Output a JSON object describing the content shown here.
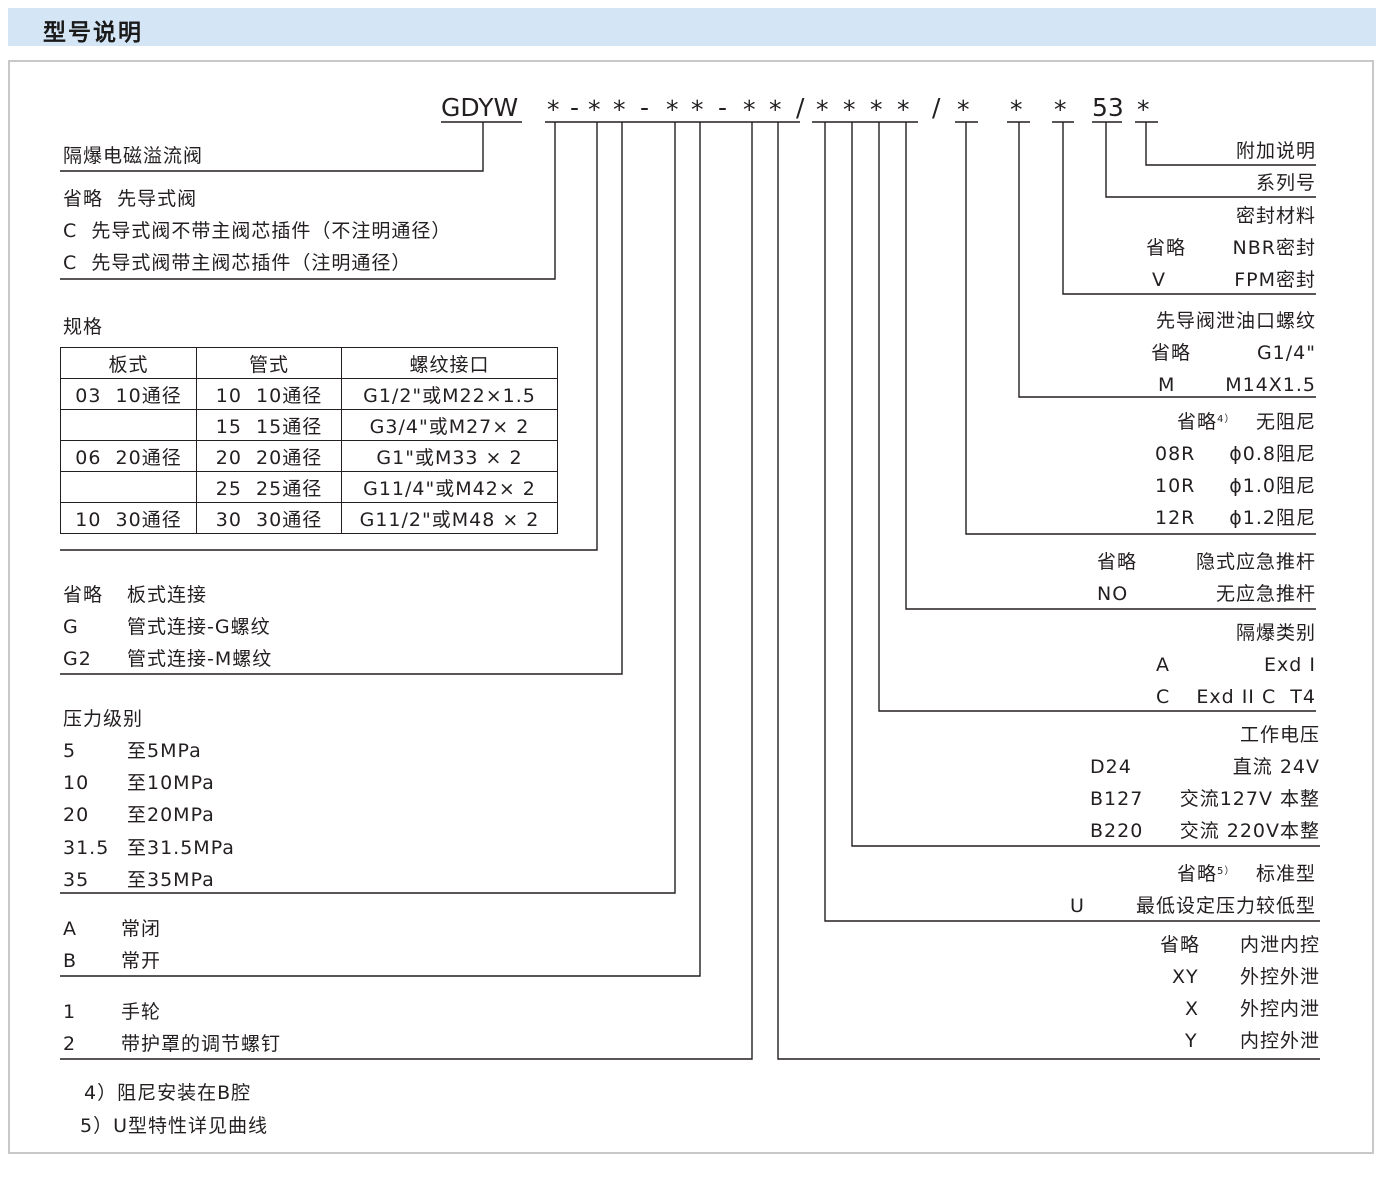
{
  "header": {
    "title": "型号说明"
  },
  "code": {
    "prefix": "GDYW",
    "s1": "*",
    "d1": "-",
    "s2": "*",
    "s3": "*",
    "d2": "-",
    "s4": "*",
    "s5": "*",
    "d3": "-",
    "s6": "*",
    "s7": "*",
    "slash1": "/",
    "s8": "*",
    "s9": "*",
    "s10": "*",
    "s11": "*",
    "slash2": "/",
    "s12": "*",
    "s13": "*",
    "s14": "*",
    "series": "53",
    "s15": "*"
  },
  "left": {
    "valve_name": "隔爆电磁溢流阀",
    "pilot": [
      "省略  先导式阀",
      "C  先导式阀不带主阀芯插件（不注明通径）",
      "C  先导式阀带主阀芯插件（注明通径）"
    ],
    "spec_title": "规格",
    "spec_table": {
      "headers": [
        "板式",
        "管式",
        "螺纹接口"
      ],
      "rows": [
        [
          "03  10通径",
          "10  10通径",
          "G1/2\"或M22×1.5"
        ],
        [
          "",
          "15  15通径",
          "G3/4\"或M27× 2"
        ],
        [
          "06  20通径",
          "20  20通径",
          "G1\"或M33 × 2"
        ],
        [
          "",
          "25  25通径",
          "G11/4\"或M42× 2"
        ],
        [
          "10  30通径",
          "30  30通径",
          "G11/2\"或M48 × 2"
        ]
      ]
    },
    "connection": [
      {
        "code": "省略",
        "desc": "板式连接"
      },
      {
        "code": "G",
        "desc": "管式连接-G螺纹"
      },
      {
        "code": "G2",
        "desc": "管式连接-M螺纹"
      }
    ],
    "pressure_title": "压力级别",
    "pressure": [
      {
        "code": "5",
        "desc": "至5MPa"
      },
      {
        "code": "10",
        "desc": "至10MPa"
      },
      {
        "code": "20",
        "desc": "至20MPa"
      },
      {
        "code": "31.5",
        "desc": "至31.5MPa"
      },
      {
        "code": "35",
        "desc": "至35MPa"
      }
    ],
    "normal": [
      {
        "code": "A",
        "desc": "常闭"
      },
      {
        "code": "B",
        "desc": "常开"
      }
    ],
    "adjust": [
      {
        "code": "1",
        "desc": "手轮"
      },
      {
        "code": "2",
        "desc": "带护罩的调节螺钉"
      }
    ]
  },
  "right": {
    "additional": "附加说明",
    "series_no": "系列号",
    "seal_title": "密封材料",
    "seal": [
      {
        "code": "省略",
        "desc": "NBR密封"
      },
      {
        "code": "V",
        "desc": "FPM密封"
      }
    ],
    "drain_title": "先导阀泄油口螺纹",
    "drain": [
      {
        "code": "省略",
        "desc": "G1/4\""
      },
      {
        "code": "M",
        "desc": "M14X1.5"
      }
    ],
    "damper": {
      "omit": "省略",
      "omit_note": "4）",
      "omit_desc": "无阻尼",
      "items": [
        {
          "code": "08R",
          "desc": "ϕ0.8阻尼"
        },
        {
          "code": "10R",
          "desc": "ϕ1.0阻尼"
        },
        {
          "code": "12R",
          "desc": "ϕ1.2阻尼"
        }
      ]
    },
    "emergency": [
      {
        "code": "省略",
        "desc": "隐式应急推杆"
      },
      {
        "code": "NO",
        "desc": "无应急推杆"
      }
    ],
    "explosion_title": "隔爆类别",
    "explosion": [
      {
        "code": "A",
        "desc": "Exd I"
      },
      {
        "code": "C",
        "desc": "Exd II C  T4"
      }
    ],
    "voltage_title": "工作电压",
    "voltage": [
      {
        "code": "D24",
        "desc": "直流 24V"
      },
      {
        "code": "B127",
        "desc": "交流127V 本整"
      },
      {
        "code": "B220",
        "desc": "交流 220V本整"
      }
    ],
    "char": {
      "omit": "省略",
      "omit_note": "5）",
      "omit_desc": "标准型",
      "u_code": "U",
      "u_desc": "最低设定压力较低型"
    },
    "drain_ctrl": [
      {
        "code": "省略",
        "desc": "内泄内控"
      },
      {
        "code": "XY",
        "desc": "外控外泄"
      },
      {
        "code": "X",
        "desc": "外控内泄"
      },
      {
        "code": "Y",
        "desc": "内控外泄"
      }
    ]
  },
  "notes": [
    "4）阻尼安装在B腔",
    "5）U型特性详见曲线"
  ]
}
